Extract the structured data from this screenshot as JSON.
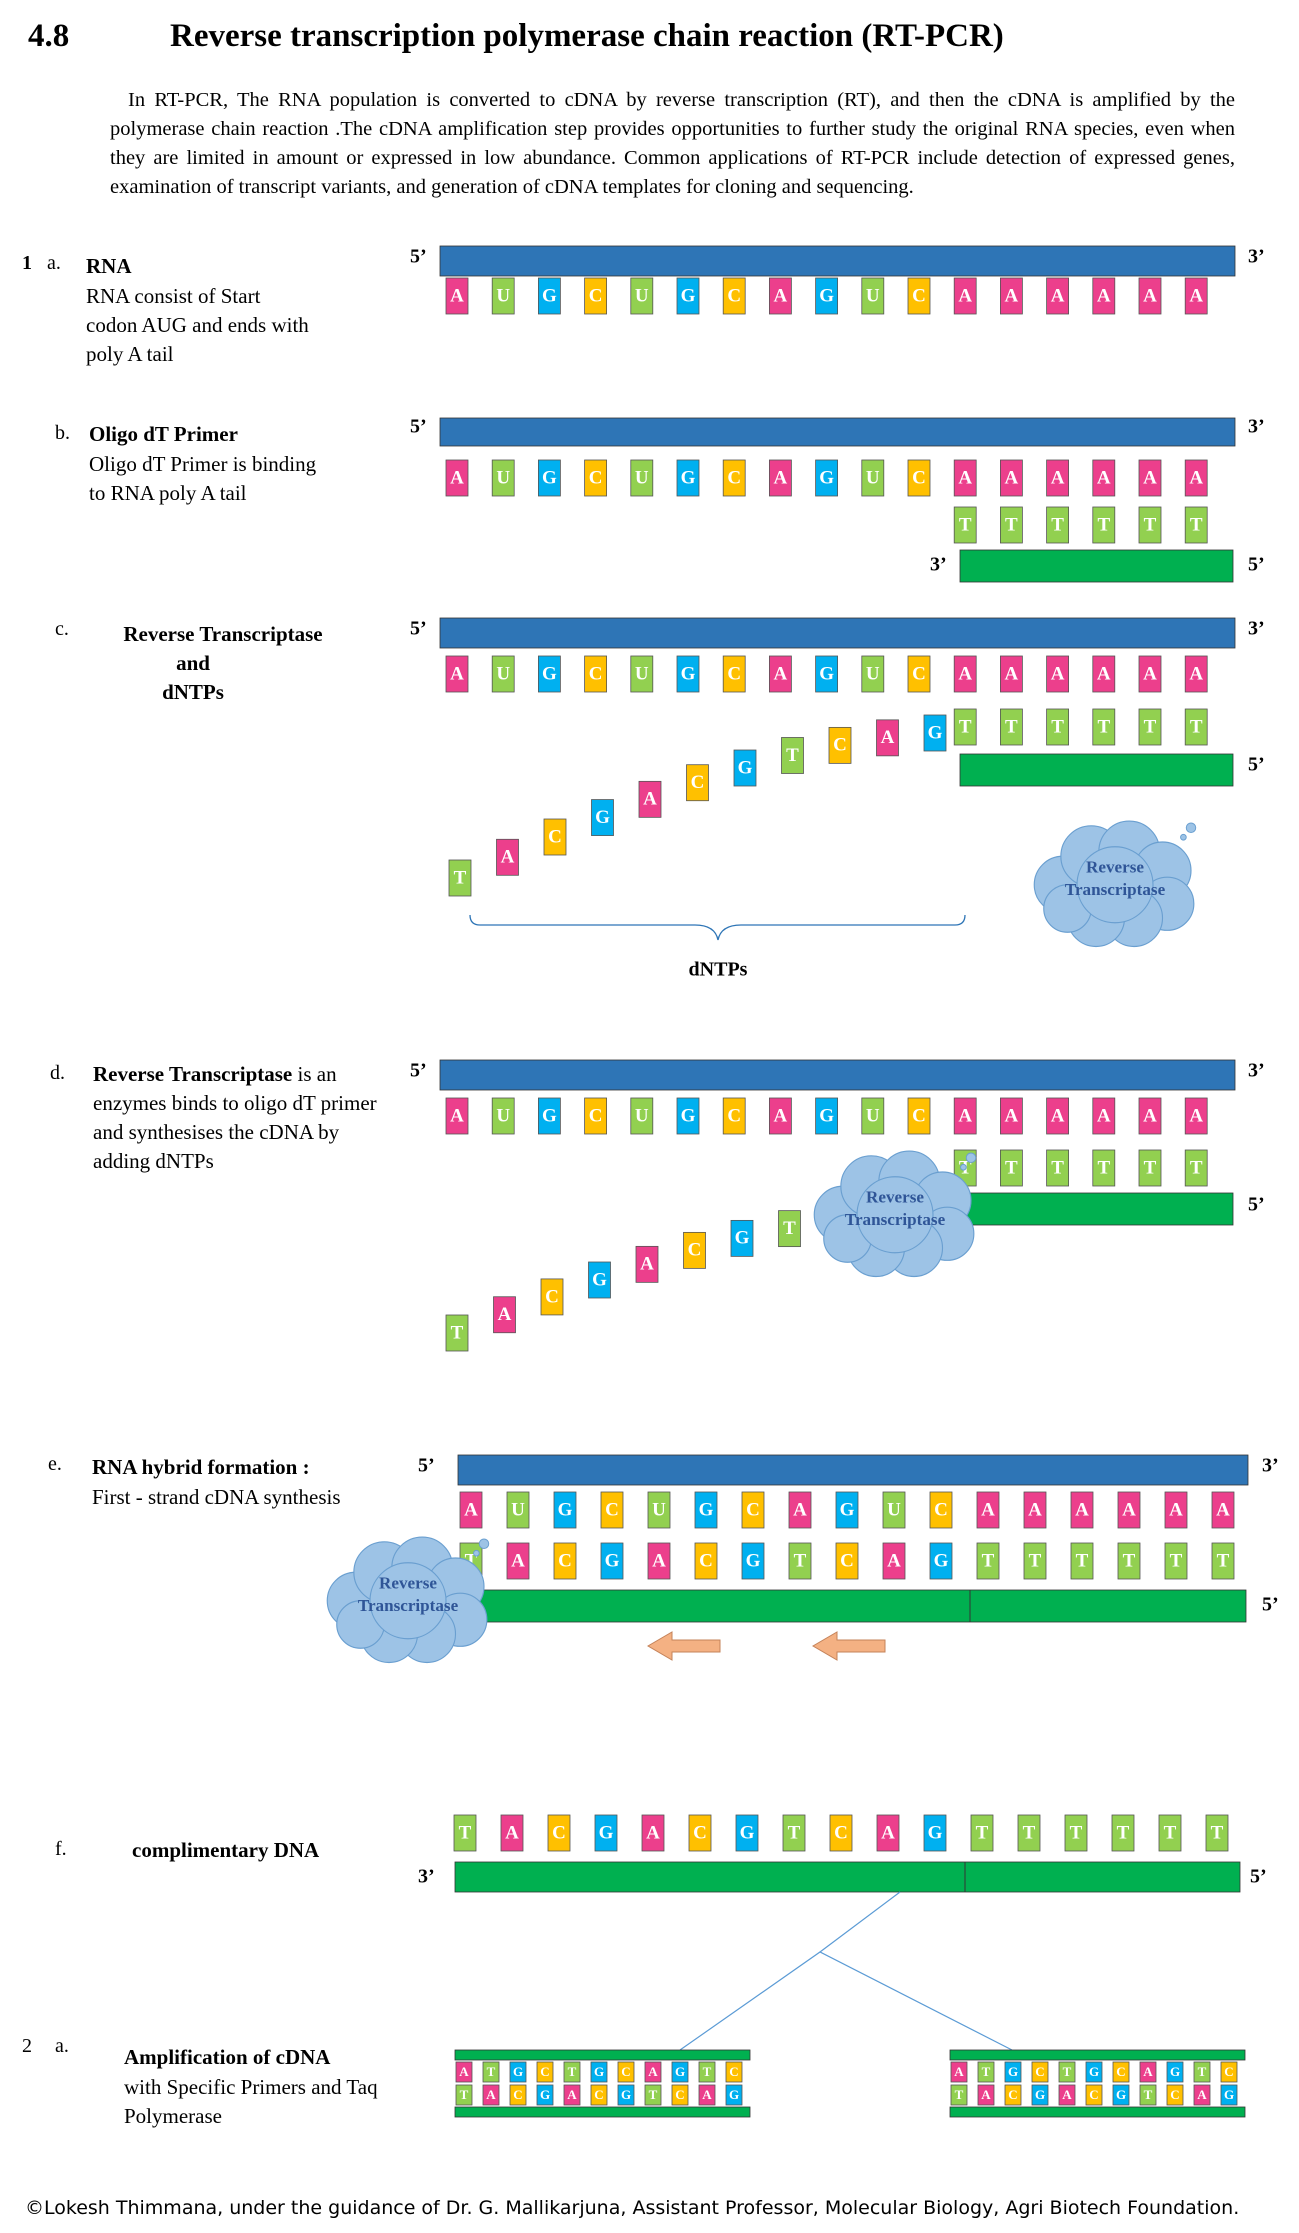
{
  "header": {
    "number": "4.8",
    "title": "Reverse transcription polymerase chain reaction (RT-PCR)"
  },
  "intro": "In RT-PCR, The RNA population is converted to cDNA by reverse transcription (RT), and then the cDNA is amplified by the polymerase chain reaction .The cDNA amplification step provides opportunities to further study the original RNA species, even when they are limited in amount or expressed in low abundance. Common applications of RT-PCR include detection of expressed genes, examination of transcript variants, and generation of cDNA templates for cloning and sequencing.",
  "steps": [
    {
      "number": "1",
      "letter": "a.",
      "title": "RNA",
      "desc": "RNA consist of Start codon AUG and ends with poly A tail"
    },
    {
      "letter": "b.",
      "title": "Oligo dT Primer",
      "desc": "Oligo dT Primer is binding to RNA poly A tail"
    },
    {
      "letter": "c.",
      "title": "Reverse Transcriptase",
      "title2": "and",
      "title3": "dNTPs"
    },
    {
      "letter": "d.",
      "title": "Reverse Transcriptase",
      "desc_inline": " is",
      "desc": "an enzymes binds to oligo dT primer and synthesises the cDNA by adding dNTPs"
    },
    {
      "letter": "e.",
      "title": "RNA hybrid formation :",
      "desc": "First - strand cDNA synthesis"
    },
    {
      "letter": "f.",
      "title": "complimentary DNA"
    },
    {
      "number": "2",
      "letter": "a.",
      "title": "Amplification of cDNA",
      "desc": "with Specific Primers and Taq Polymerase"
    }
  ],
  "labels": {
    "five_prime": "5’",
    "three_prime": "3’",
    "enzyme_line1": "Reverse",
    "enzyme_line2": "Transcriptase",
    "dntps": "dNTPs"
  },
  "sequences": {
    "rna": [
      "A",
      "U",
      "G",
      "C",
      "U",
      "G",
      "C",
      "A",
      "G",
      "U",
      "C",
      "A",
      "A",
      "A",
      "A",
      "A",
      "A"
    ],
    "primer": [
      "T",
      "T",
      "T",
      "T",
      "T",
      "T"
    ],
    "dntps": [
      "T",
      "A",
      "C",
      "G",
      "A",
      "C",
      "G",
      "T",
      "C",
      "A",
      "G"
    ],
    "cdna": [
      "T",
      "A",
      "C",
      "G",
      "A",
      "C",
      "G",
      "T",
      "C",
      "A",
      "G",
      "T",
      "T",
      "T",
      "T",
      "T",
      "T"
    ],
    "amp_top": [
      "A",
      "T",
      "G",
      "C",
      "T",
      "G",
      "C",
      "A",
      "G",
      "T",
      "C"
    ],
    "amp_bottom": [
      "T",
      "A",
      "C",
      "G",
      "A",
      "C",
      "G",
      "T",
      "C",
      "A",
      "G"
    ]
  },
  "colors": {
    "rna_backbone": "#2e75b6",
    "dna_backbone": "#00b050",
    "A": "#ec3f8c",
    "U": "#92d050",
    "T": "#92d050",
    "G": "#00b0f0",
    "C": "#ffc000",
    "enzyme": "#9dc3e6",
    "arrow": "#f4b183"
  },
  "footer": "©Lokesh Thimmana, under the guidance of Dr. G. Mallikarjuna, Assistant Professor, Molecular Biology, Agri Biotech Foundation."
}
